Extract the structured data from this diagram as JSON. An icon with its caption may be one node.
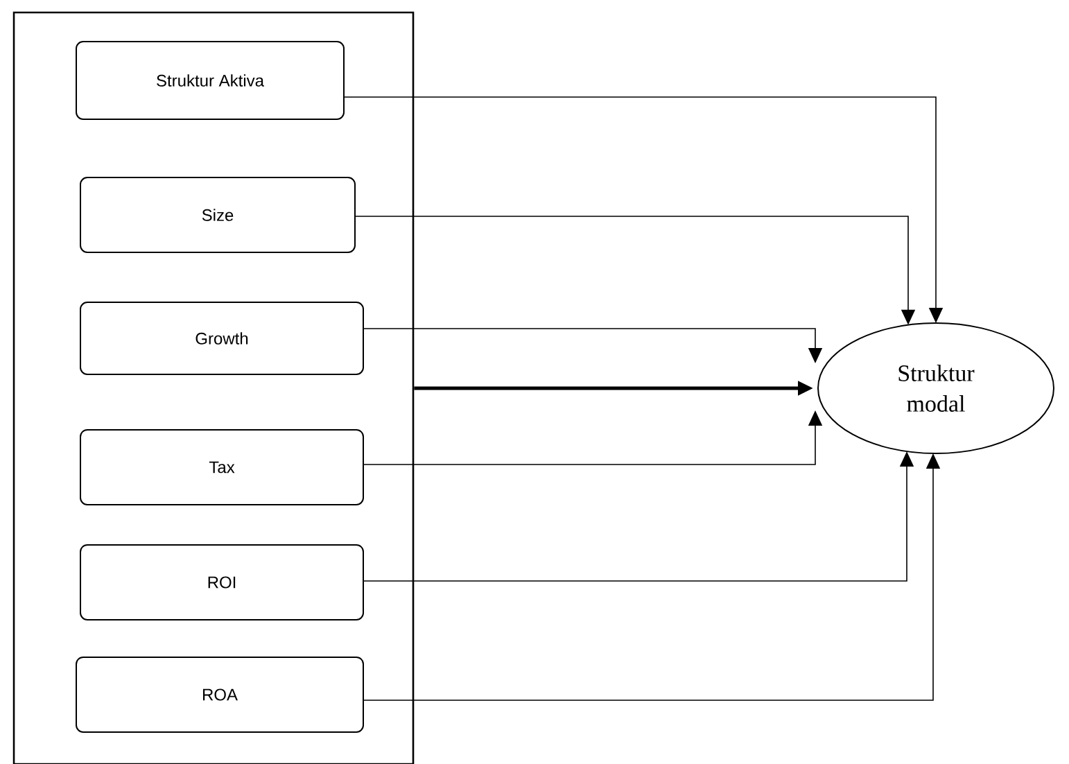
{
  "diagram": {
    "nodes": [
      {
        "text": [],
        "shape": "box"
      },
      {
        "text": [
          "Struktur Aktiva"
        ],
        "in": 0
      },
      {
        "text": [
          "Size"
        ],
        "in": 0
      },
      {
        "text": [
          "Growth"
        ],
        "in": 0
      },
      {
        "text": [
          "Tax"
        ],
        "in": 0
      },
      {
        "text": [
          "ROI"
        ],
        "in": 0
      },
      {
        "text": [
          "ROA"
        ],
        "in": 0
      },
      {
        "text": [
          "Struktur modal"
        ]
      }
    ],
    "edges": [
      {
        "from": 1,
        "to": 7,
        "arrow": "to"
      },
      {
        "from": 2,
        "to": 7,
        "arrow": "to"
      },
      {
        "from": 3,
        "to": 7,
        "arrow": "to"
      },
      {
        "from": 0,
        "to": 7,
        "arrow": "to",
        "style": "thick"
      },
      {
        "from": 4,
        "to": 7,
        "arrow": "to"
      },
      {
        "from": 5,
        "to": 7,
        "arrow": "to"
      },
      {
        "from": 6,
        "to": 7,
        "arrow": "to"
      }
    ]
  }
}
